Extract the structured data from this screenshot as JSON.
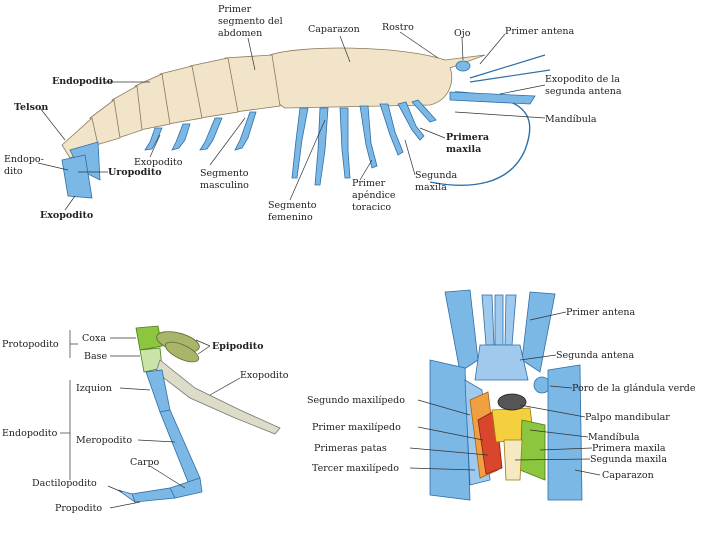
{
  "shrimp": {
    "labels": {
      "primer_segmento_1": "Primer",
      "primer_segmento_2": "segmento del",
      "primer_segmento_3": "abdomen",
      "caparazon": "Caparazon",
      "rostro": "Rostro",
      "ojo": "Ojo",
      "primer_antena": "Primer antena",
      "endopodito": "Endopodito",
      "exopodito_seg_1": "Exopodito de la",
      "exopodito_seg_2": "segunda antena",
      "telson": "Telson",
      "mandibula": "Mandíbula",
      "endopodito_left_1": "Endopo-",
      "endopodito_left_2": "dito",
      "uropodito": "Uropodito",
      "exopodito_mid": "Exopodito",
      "primera_maxila_1": "Primera",
      "primera_maxila_2": "maxila",
      "segmento_masc_1": "Segmento",
      "segmento_masc_2": "masculino",
      "segunda_maxila_1": "Segunda",
      "segunda_maxila_2": "maxila",
      "primer_apendice_1": "Primer",
      "primer_apendice_2": "apéndice",
      "primer_apendice_3": "toracico",
      "segmento_fem_1": "Segmento",
      "segmento_fem_2": "femenino",
      "exopodito_bottom": "Exopodito"
    }
  },
  "leg": {
    "labels": {
      "protopodito": "Protopodito",
      "coxa": "Coxa",
      "base": "Base",
      "epipodito": "Epipodito",
      "exopodito": "Exopodito",
      "izquion": "Izquion",
      "endopodito": "Endopodito",
      "meropodito": "Meropodito",
      "carpo": "Carpo",
      "dactilopodito": "Dactilopodito",
      "propodito": "Propodito"
    }
  },
  "head": {
    "labels": {
      "primer_antena": "Primer antena",
      "segunda_antena": "Segunda antena",
      "poro": "Poro de la glándula verde",
      "segundo_maxilipedo": "Segundo maxilípedo",
      "palpo": "Palpo mandibular",
      "primer_maxilipedo": "Primer maxilípedo",
      "mandibula": "Mandíbula",
      "primeras_patas": "Primeras patas",
      "primera_maxila": "Primera maxila",
      "segunda_maxila": "Segunda maxila",
      "tercer_maxilipedo": "Tercer maxilípedo",
      "caparazon": "Caparazon"
    }
  },
  "colors": {
    "blue": "#7bb8e6",
    "tan": "#f1e4c8",
    "green": "#8cc63f",
    "olive": "#a9b56a",
    "red": "#d9462b",
    "orange": "#f0a040",
    "yellow": "#f4d03f"
  }
}
